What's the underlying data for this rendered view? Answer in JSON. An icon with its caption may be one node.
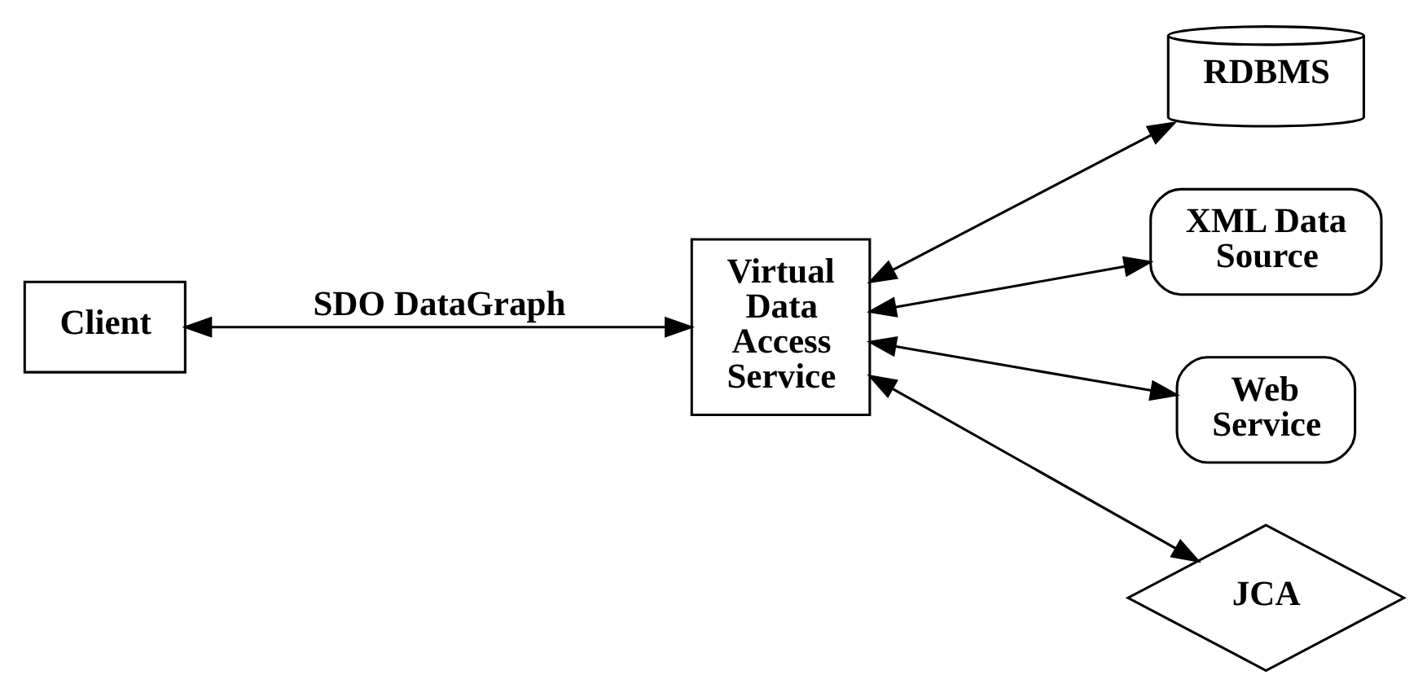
{
  "diagram": {
    "nodes": [
      {
        "text": [
          "Client"
        ]
      },
      {
        "text": [
          "Virtual Data Access Service"
        ]
      },
      {
        "text": [
          "RDBMS"
        ]
      },
      {
        "text": [
          "XML Data Source"
        ]
      },
      {
        "text": [
          "Web Service"
        ]
      },
      {
        "text": [
          "JCA"
        ]
      }
    ],
    "edges": [
      {
        "from": 0,
        "to": 1,
        "arrow": "both",
        "label": "SDO DataGraph"
      },
      {
        "from": 1,
        "to": 2,
        "arrow": "both"
      },
      {
        "from": 1,
        "to": 3,
        "arrow": "both"
      },
      {
        "from": 1,
        "to": 4,
        "arrow": "both"
      },
      {
        "from": 1,
        "to": 5,
        "arrow": "both"
      }
    ]
  }
}
